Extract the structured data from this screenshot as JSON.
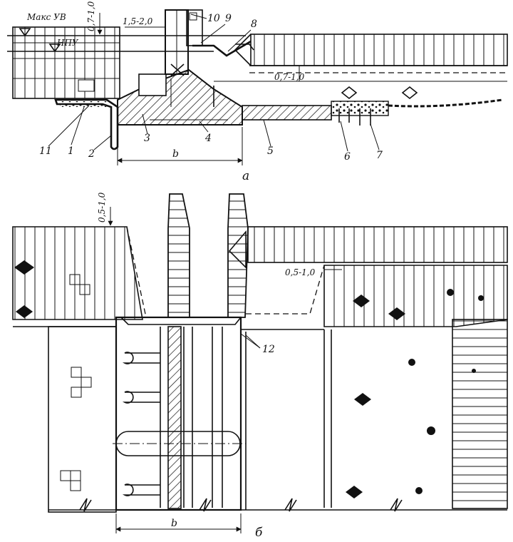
{
  "section_a": {
    "label": "а",
    "water_levels": {
      "max": "Макс УВ",
      "min": "НПУ"
    },
    "dimensions": {
      "d1": "0,7-1,0",
      "d2": "1,5-2,0",
      "d3": "0,7-1,0",
      "span": "b"
    },
    "callouts": [
      "1",
      "2",
      "3",
      "4",
      "5",
      "6",
      "7",
      "8",
      "9",
      "10",
      "11"
    ]
  },
  "section_b": {
    "label": "б",
    "dimensions": {
      "d1": "0,5-1,0",
      "d2": "0,5-1,0",
      "span": "b"
    },
    "callouts": [
      "12"
    ]
  }
}
